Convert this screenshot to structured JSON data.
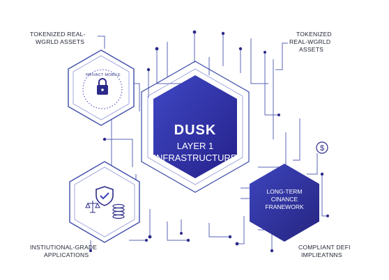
{
  "labels": {
    "top_left": [
      "TOKENIZED REAL-",
      "WGRLD ASSETS"
    ],
    "top_right": [
      "TOKENIZED",
      "REAL-WGRLD",
      "ASSETS"
    ],
    "bottom_left": [
      "INSTIUTIONAL-GRADE",
      "APPLICATIONS"
    ],
    "bottom_right": [
      "COMPLIANT DEFI",
      "IMPLIEATNNS"
    ]
  },
  "center": {
    "title": "DUSK",
    "line1": "LAYER 1",
    "line2": "INFRASTRUCTURE"
  },
  "right_hex": [
    "LONG-TERM",
    "CINANCE",
    "FRANEWORK"
  ],
  "privacy_badge": "PRIVACT MOBILE",
  "icons": {
    "top_left_hex": "lock-icon",
    "bottom_left_hex": "shield-check-icon",
    "bottom_left_extra": "balance-scale-icon",
    "bottom_left_coins": "coin-stack-icon",
    "right_small": "dollar-coin-icon"
  },
  "colors": {
    "primary_dark": "#2b2a8a",
    "primary": "#3a3fb8",
    "line": "#3b4aa8",
    "accent_light": "#8d95d8"
  }
}
